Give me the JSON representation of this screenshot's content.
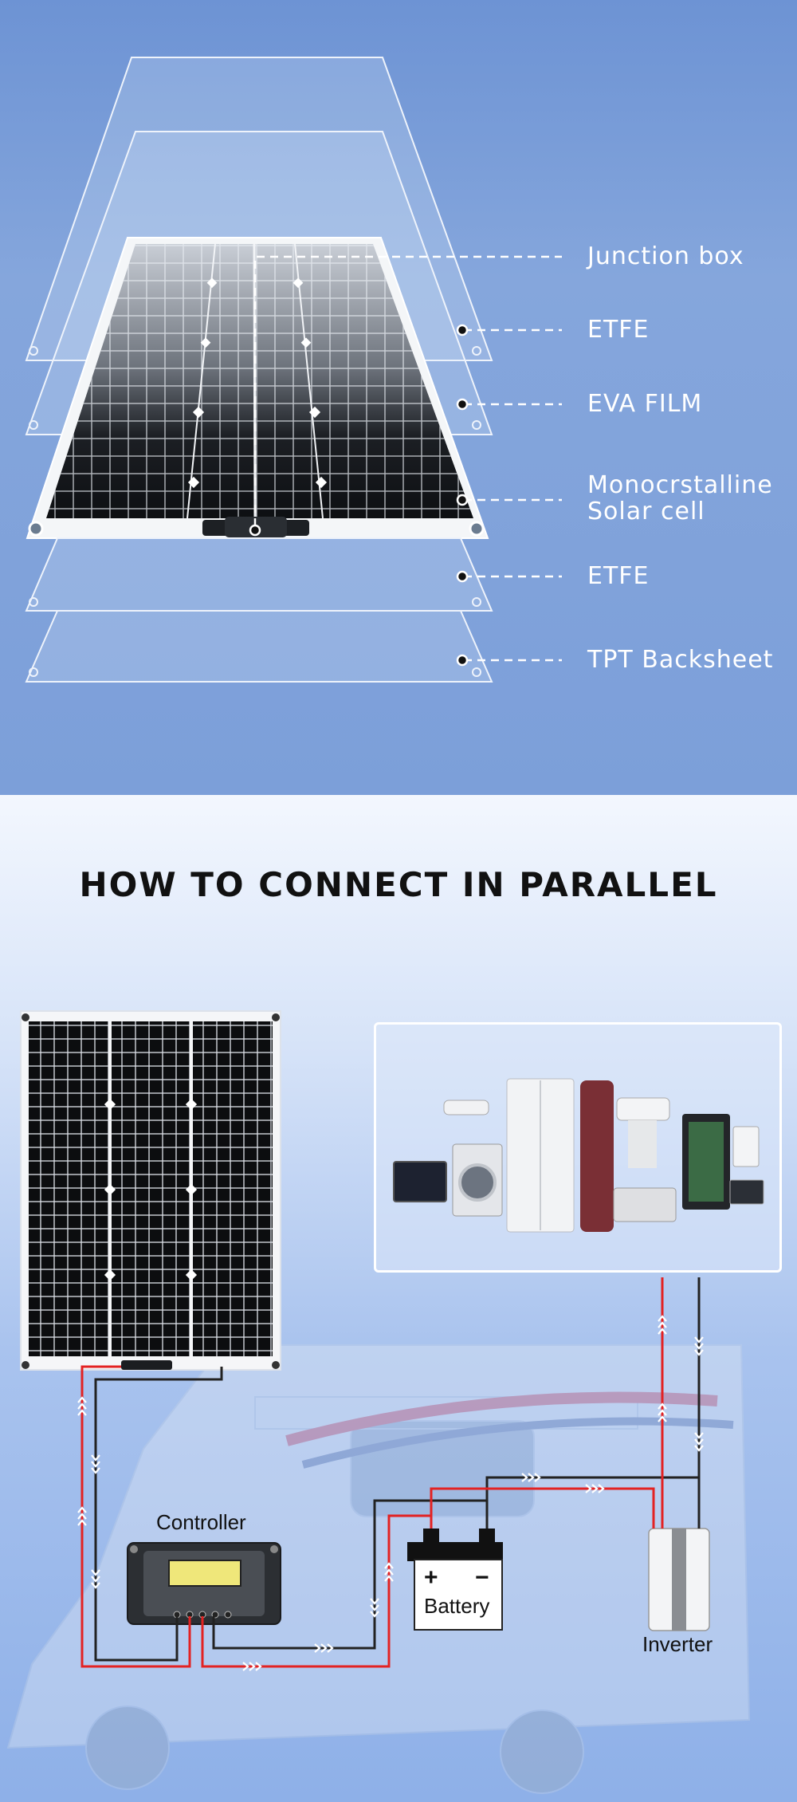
{
  "layers": {
    "junction_box": "Junction box",
    "etfe_top": "ETFE",
    "eva_film": "EVA FILM",
    "cell_line1": "Monocrstalline",
    "cell_line2": "Solar cell",
    "etfe_bottom": "ETFE",
    "backsheet": "TPT Backsheet"
  },
  "diagram": {
    "title": "HOW TO CONNECT IN PARALLEL",
    "controller": "Controller",
    "battery": "Battery",
    "battery_plus": "+",
    "battery_minus": "−",
    "inverter": "Inverter"
  },
  "colors": {
    "wire_positive": "#e32222",
    "wire_negative": "#222222",
    "top_background": "#7c9fd9"
  }
}
